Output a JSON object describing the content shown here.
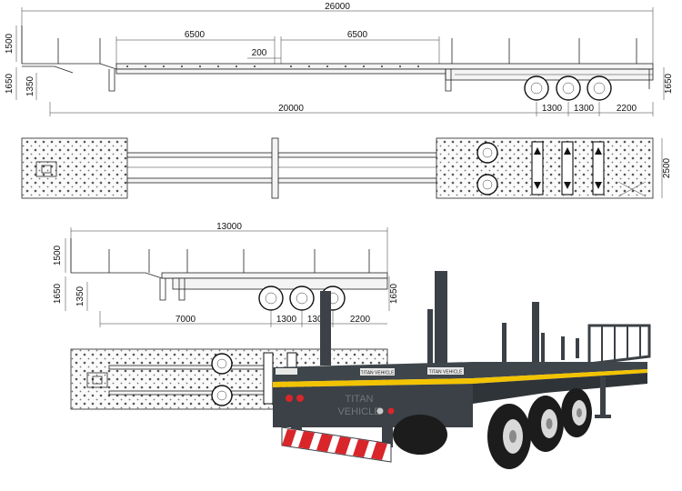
{
  "extended": {
    "total_length": "26000",
    "section_left": "6500",
    "section_right": "6500",
    "gap": "200",
    "stake_height": "1500",
    "deck_height": "1650",
    "gooseneck_height": "1350",
    "kingpin_to_axle": "20000",
    "axle_spacing_1": "1300",
    "axle_spacing_2": "1300",
    "rear_overhang": "2200",
    "right_height": "1650",
    "top_width": "2500"
  },
  "retracted": {
    "total_length": "13000",
    "stake_height": "1500",
    "deck_height": "1650",
    "gooseneck_height": "1350",
    "kingpin_to_axle": "7000",
    "axle_spacing_1": "1300",
    "axle_spacing_2": "1300",
    "rear_overhang": "2200",
    "right_height": "1650"
  },
  "photo": {
    "brand_label": "TITAN VEHICLE",
    "rear_text_1": "TITAN",
    "rear_text_2": "VEHICLE",
    "colors": {
      "frame": "#3b4146",
      "yellow_stripe": "#f2c300",
      "tire": "#1c1c1c",
      "rim": "#d9d9d9",
      "reflector_red": "#d8262b"
    }
  }
}
